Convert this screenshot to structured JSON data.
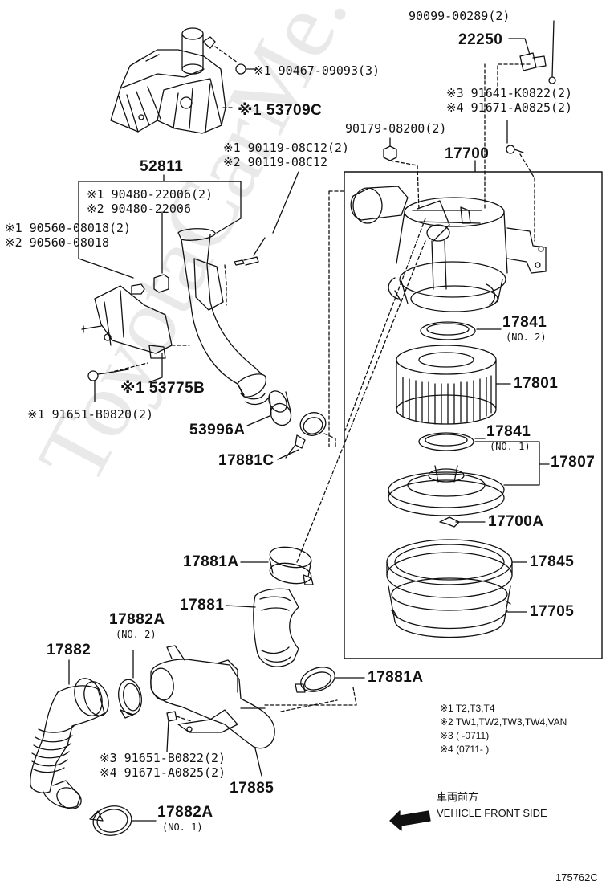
{
  "diagram": {
    "watermark": "ToyotaCarMe...",
    "figure_id": "175762C",
    "direction_label_jp": "車両前方",
    "direction_label_en": "VEHICLE FRONT SIDE",
    "parts": {
      "p90099": "90099-00289(2)",
      "p22250": "22250",
      "p90467": "※1 90467-09093(3)",
      "p53709c": "※1 53709C",
      "p91641": "※3 91641-K0822(2)",
      "p91671a": "※4 91671-A0825(2)",
      "p90179": "90179-08200(2)",
      "p90119a": "※1 90119-08C12(2)",
      "p90119b": "※2 90119-08C12",
      "p17700": "17700",
      "p52811": "52811",
      "p90480a": "※1 90480-22006(2)",
      "p90480b": "※2 90480-22006",
      "p90560a": "※1 90560-08018(2)",
      "p90560b": "※2 90560-08018",
      "p17841_2": "17841",
      "p17841_2_sub": "(NO. 2)",
      "p17801": "17801",
      "p53775b": "※1 53775B",
      "p91651": "※1 91651-B0820(2)",
      "p53996a": "53996A",
      "p17841_1": "17841",
      "p17841_1_sub": "(NO. 1)",
      "p17807": "17807",
      "p17881c": "17881C",
      "p17700a": "17700A",
      "p17881a_top": "17881A",
      "p17845": "17845",
      "p17881": "17881",
      "p17705": "17705",
      "p17882a_2": "17882A",
      "p17882a_2_sub": "(NO. 2)",
      "p17882": "17882",
      "p17881a_bot": "17881A",
      "p91651b": "※3 91651-B0822(2)",
      "p91671b": "※4 91671-A0825(2)",
      "p17885": "17885",
      "p17882a_1": "17882A",
      "p17882a_1_sub": "(NO. 1)"
    },
    "legend": [
      "※1 T2,T3,T4",
      "※2 TW1,TW2,TW3,TW4,VAN",
      "※3 (      -0711)",
      "※4 (0711-      )"
    ]
  }
}
